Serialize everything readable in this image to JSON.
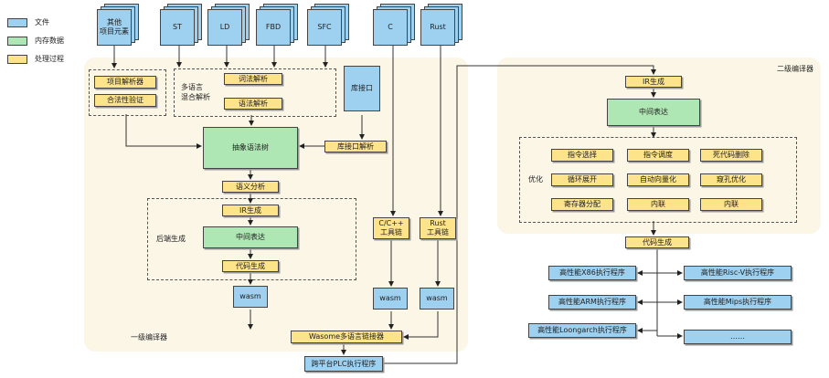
{
  "legend": {
    "file": "文件",
    "memory": "内存数据",
    "process": "处理过程"
  },
  "colors": {
    "file": "#9ed0ef",
    "memory": "#aee6b4",
    "process": "#fde38a",
    "region": "#fbf6e6"
  },
  "inputs": {
    "other": "其他\n项目元素",
    "st": "ST",
    "ld": "LD",
    "fbd": "FBD",
    "sfc": "SFC",
    "c": "C",
    "rust": "Rust"
  },
  "first_compiler": {
    "title": "一级编译器",
    "project_parser": "项目解析器",
    "legality_check": "合法性验证",
    "multilang_label": "多语言\n混合解析",
    "lexer": "词法解析",
    "parser": "语法解析",
    "lib_interface": "库接口",
    "lib_interface_parse": "库接口解析",
    "ast": "抽象语法树",
    "semantic": "语义分析",
    "backend_label": "后端生成",
    "ir_gen": "IR生成",
    "ir": "中间表达",
    "codegen": "代码生成",
    "wasm_main": "wasm",
    "c_toolchain": "C/C++\n工具链",
    "rust_toolchain": "Rust\n工具链",
    "wasm_c": "wasm",
    "wasm_rust": "wasm",
    "linker": "Wasome多语言链接器"
  },
  "cross_platform": "跨平台PLC执行程序",
  "second_compiler": {
    "title": "二级编译器",
    "ir_gen": "IR生成",
    "ir": "中间表达",
    "opt_label": "优化",
    "opts": [
      "指令选择",
      "指令调度",
      "死代码删除",
      "循环展开",
      "自动向量化",
      "窥孔优化",
      "寄存器分配",
      "内联",
      "内联"
    ],
    "codegen": "代码生成"
  },
  "outputs": {
    "x86": "高性能X86执行程序",
    "riscv": "高性能Risc-V执行程序",
    "arm": "高性能ARM执行程序",
    "mips": "高性能Mips执行程序",
    "loongarch": "高性能Loongarch执行程序",
    "more": "……"
  }
}
